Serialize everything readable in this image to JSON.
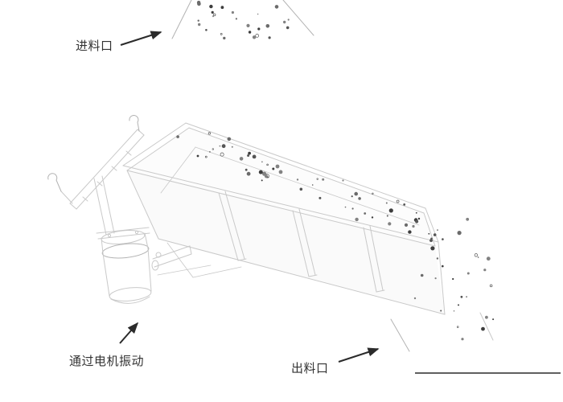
{
  "diagram": {
    "labels": {
      "inlet": "进料口",
      "motor_vibration": "通过电机振动",
      "outlet": "出料口"
    }
  },
  "colors": {
    "ink": "#2b2b2b",
    "sketch": "#c9c9c9",
    "sketch-dark": "#b3b3b3",
    "particle": "#4a4a4a",
    "text": "#333333",
    "bg": "#ffffff"
  }
}
